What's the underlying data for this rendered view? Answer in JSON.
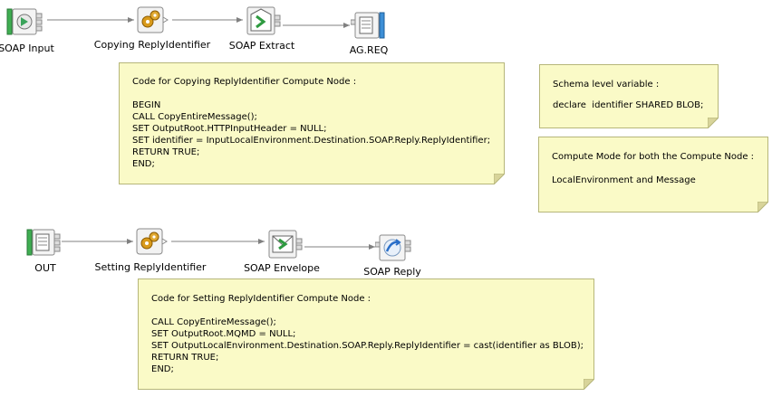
{
  "nodes": {
    "soap_input": {
      "label": "SOAP Input",
      "icon": "soap-input-icon"
    },
    "copying_reply": {
      "label": "Copying ReplyIdentifier",
      "icon": "compute-gears-icon"
    },
    "soap_extract": {
      "label": "SOAP Extract",
      "icon": "soap-extract-icon"
    },
    "ag_req": {
      "label": "AG.REQ",
      "icon": "mq-output-icon"
    },
    "out": {
      "label": "OUT",
      "icon": "mq-input-icon"
    },
    "setting_reply": {
      "label": "Setting ReplyIdentifier",
      "icon": "compute-gears-icon"
    },
    "soap_envelope": {
      "label": "SOAP Envelope",
      "icon": "soap-envelope-icon"
    },
    "soap_reply": {
      "label": "SOAP Reply",
      "icon": "soap-reply-icon"
    }
  },
  "notes": {
    "copying": {
      "title": "Code for Copying ReplyIdentifier Compute Node :",
      "lines": [
        "BEGIN",
        "CALL CopyEntireMessage();",
        "SET OutputRoot.HTTPInputHeader = NULL;",
        "SET identifier = InputLocalEnvironment.Destination.SOAP.Reply.ReplyIdentifier;",
        "RETURN TRUE;",
        "END;"
      ]
    },
    "schema": {
      "title": "Schema level variable :",
      "lines": [
        "declare  identifier SHARED BLOB;"
      ]
    },
    "mode": {
      "title": "Compute Mode for both the Compute Node :",
      "lines": [
        "LocalEnvironment and Message"
      ]
    },
    "setting": {
      "title": "Code for Setting ReplyIdentifier Compute Node :",
      "lines": [
        "CALL CopyEntireMessage();",
        "SET OutputRoot.MQMD = NULL;",
        "SET OutputLocalEnvironment.Destination.SOAP.Reply.ReplyIdentifier = cast(identifier as BLOB);",
        "RETURN TRUE;",
        "END;"
      ]
    }
  },
  "colors": {
    "note_fill": "#fafac7",
    "note_border": "#b6b67a",
    "wire": "#808080",
    "green": "#2e9a40",
    "blue": "#2a6fc9",
    "gold": "#d99a1a"
  }
}
